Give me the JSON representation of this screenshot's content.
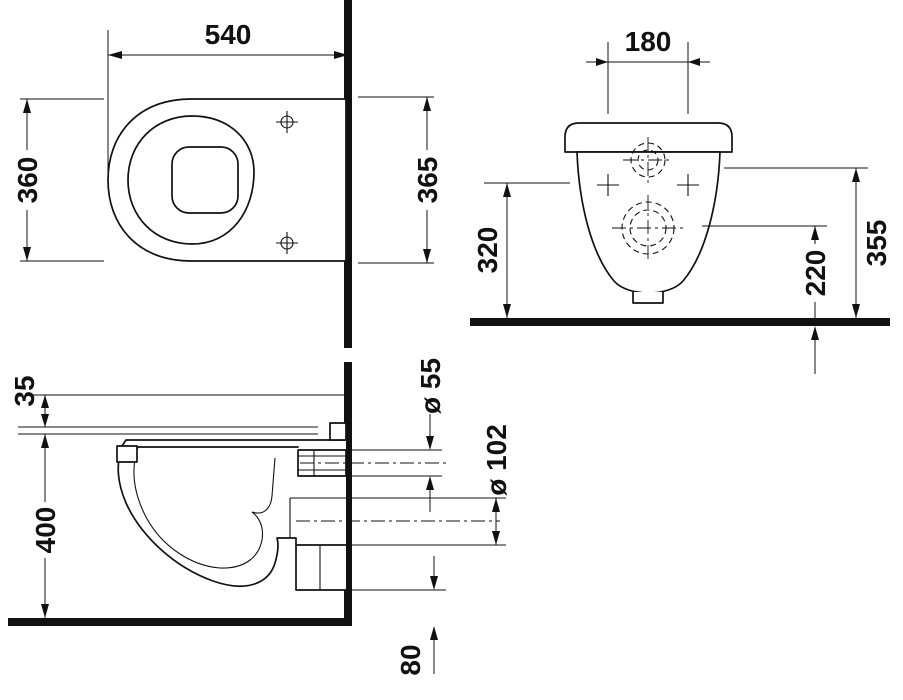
{
  "page": {
    "background": "#ffffff",
    "ink": "#111111"
  },
  "dimensions": {
    "plan": {
      "length": "540",
      "width": "360",
      "height": "365"
    },
    "front": {
      "fixing_hole_spacing": "180",
      "fixing_hole_height": "320",
      "outlet_center_height": "220",
      "overall_height": "355"
    },
    "side": {
      "rim_offset": "35",
      "rim_height": "400",
      "flush_connection_diameter": "ø 55",
      "outlet_diameter": "ø 102",
      "outlet_clearance": "80"
    }
  }
}
